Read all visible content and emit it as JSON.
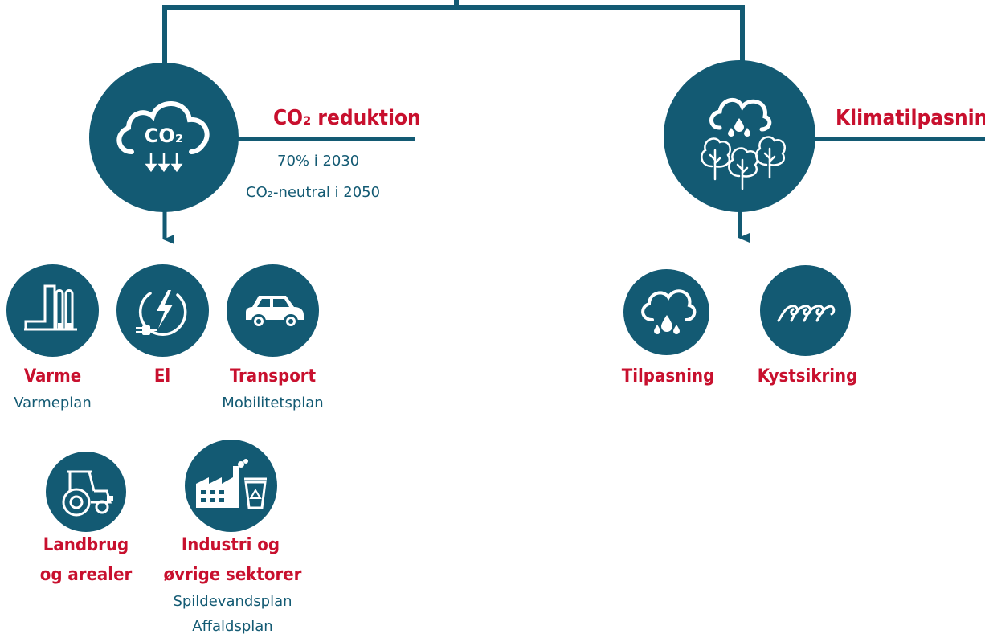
{
  "colors": {
    "teal": "#135a73",
    "red": "#c8102e"
  },
  "main": {
    "co2": {
      "icon_label": "CO₂",
      "title": "CO₂ reduktion",
      "goal_2030": "70% i 2030",
      "goal_2050": "CO₂-neutral i 2050",
      "sectors": [
        {
          "name": "Varme",
          "plan": "Varmeplan"
        },
        {
          "name": "El"
        },
        {
          "name": "Transport",
          "plan": "Mobilitetsplan"
        },
        {
          "name_line1": "Landbrug",
          "name_line2": "og arealer"
        },
        {
          "name_line1": "Industri og",
          "name_line2": "øvrige sektorer",
          "plan1": "Spildevandsplan",
          "plan2": "Affaldsplan"
        }
      ]
    },
    "climate": {
      "title": "Klimatilpasning",
      "sectors": [
        {
          "name": "Tilpasning"
        },
        {
          "name": "Kystsikring"
        }
      ]
    }
  }
}
